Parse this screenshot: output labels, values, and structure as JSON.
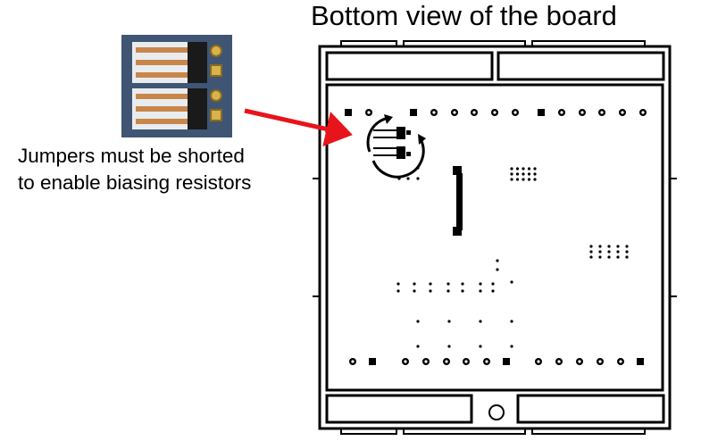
{
  "title": "Bottom view of the board",
  "caption": {
    "line1": "Jumpers must be shorted",
    "line2": "to enable biasing resistors"
  },
  "colors": {
    "arrow": "#e8141b",
    "board_outline": "#000000",
    "pcb_blue": "#3f5573",
    "copper": "#c8864a",
    "pad_gold": "#d8b24a"
  },
  "icons": [
    "jumper-photo",
    "red-arrow-icon",
    "rotate-arrow-icon"
  ]
}
